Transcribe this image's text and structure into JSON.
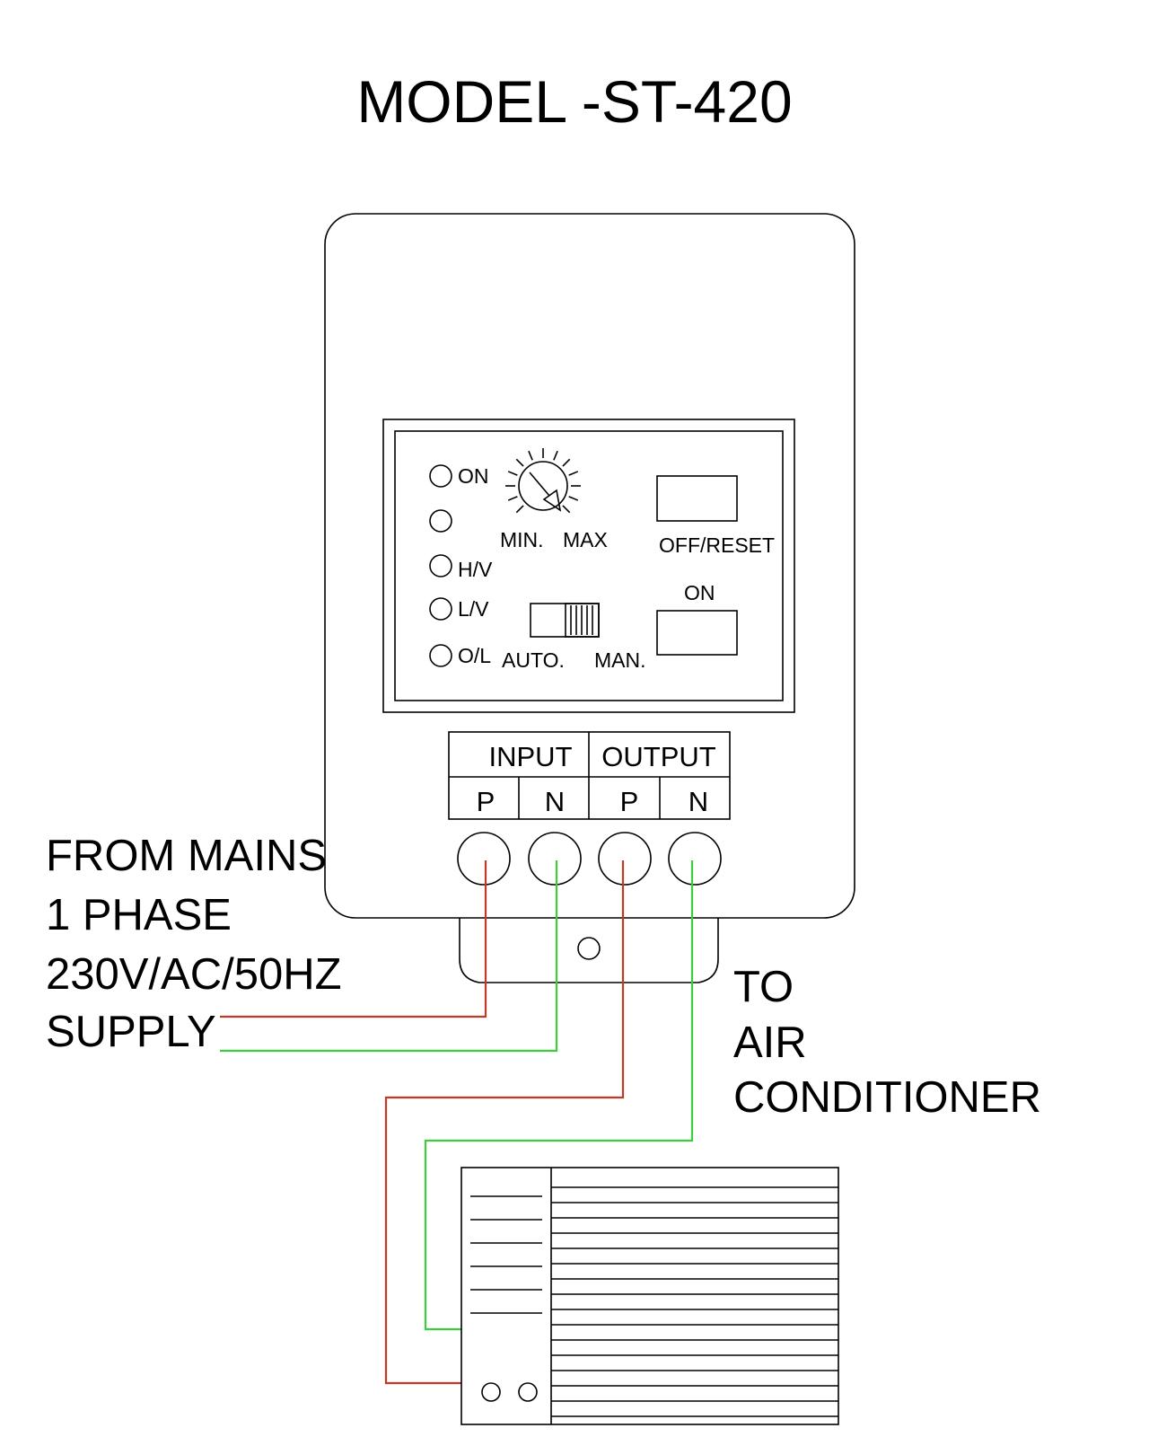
{
  "title": "MODEL -ST-420",
  "panel": {
    "indicators": [
      "ON",
      "",
      "H/V",
      "L/V",
      "O/L"
    ],
    "knob_min": "MIN.",
    "knob_max": "MAX",
    "off_reset": "OFF/RESET",
    "on": "ON",
    "auto": "AUTO.",
    "manual": "MAN."
  },
  "terminals": {
    "input": "INPUT",
    "output": "OUTPUT",
    "labels": [
      "P",
      "N",
      "P",
      "N"
    ]
  },
  "supply_lines": [
    "FROM MAINS",
    "1 PHASE",
    "230V/AC/50HZ",
    "SUPPLY"
  ],
  "load_lines": [
    "TO",
    "AIR",
    "CONDITIONER"
  ],
  "colors": {
    "phase_wire": "#c0392b",
    "neutral_wire": "#3ccc3c",
    "outline": "#000000"
  }
}
